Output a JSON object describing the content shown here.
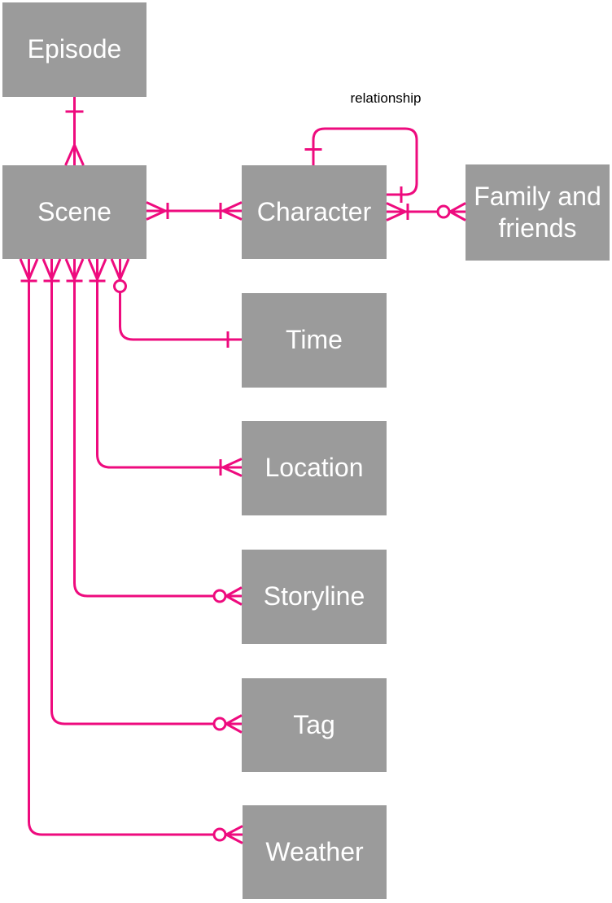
{
  "diagram": {
    "kind": "entity-relationship-diagram",
    "annotation_label": "relationship",
    "colors": {
      "entity_box": "#9b9b9b",
      "entity_text": "#ffffff",
      "connector": "#ee0b7e",
      "annotation_text": "#000000",
      "background": "#ffffff"
    },
    "entities": [
      {
        "id": "episode",
        "label": "Episode"
      },
      {
        "id": "scene",
        "label": "Scene"
      },
      {
        "id": "character",
        "label": "Character"
      },
      {
        "id": "family",
        "label": "Family and friends"
      },
      {
        "id": "time",
        "label": "Time"
      },
      {
        "id": "location",
        "label": "Location"
      },
      {
        "id": "storyline",
        "label": "Storyline"
      },
      {
        "id": "tag",
        "label": "Tag"
      },
      {
        "id": "weather",
        "label": "Weather"
      }
    ],
    "relationships": [
      {
        "from": "Episode",
        "from_cardinality": "one",
        "to": "Scene",
        "to_cardinality": "many",
        "label": ""
      },
      {
        "from": "Scene",
        "from_cardinality": "one-or-many",
        "to": "Character",
        "to_cardinality": "one-or-many",
        "label": ""
      },
      {
        "from": "Character",
        "from_cardinality": "one",
        "to": "Character",
        "to_cardinality": "one",
        "label": "relationship"
      },
      {
        "from": "Character",
        "from_cardinality": "one-or-many",
        "to": "Family and friends",
        "to_cardinality": "zero-or-many",
        "label": ""
      },
      {
        "from": "Scene",
        "from_cardinality": "zero-or-many",
        "to": "Time",
        "to_cardinality": "one",
        "label": ""
      },
      {
        "from": "Scene",
        "from_cardinality": "one-or-many",
        "to": "Location",
        "to_cardinality": "one-or-many",
        "label": ""
      },
      {
        "from": "Scene",
        "from_cardinality": "one-or-many",
        "to": "Storyline",
        "to_cardinality": "zero-or-many",
        "label": ""
      },
      {
        "from": "Scene",
        "from_cardinality": "one-or-many",
        "to": "Tag",
        "to_cardinality": "zero-or-many",
        "label": ""
      },
      {
        "from": "Scene",
        "from_cardinality": "one-or-many",
        "to": "Weather",
        "to_cardinality": "zero-or-many",
        "label": ""
      }
    ]
  }
}
